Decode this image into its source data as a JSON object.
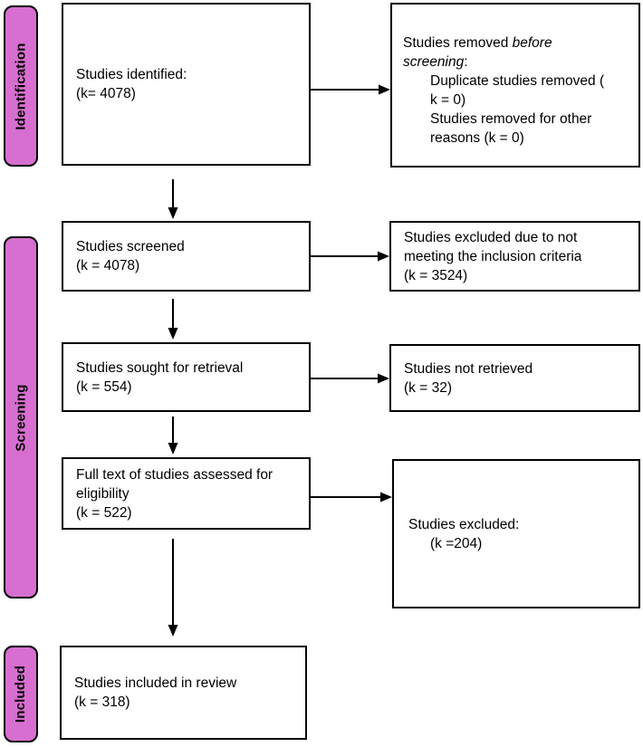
{
  "stages": [
    {
      "label": "Identification"
    },
    {
      "label": "Screening"
    },
    {
      "label": "Included"
    }
  ],
  "flow": {
    "identified": {
      "lines": [
        "Studies identified:",
        "(k= 4078)"
      ]
    },
    "screened": {
      "lines": [
        "Studies screened",
        "(k = 4078)"
      ]
    },
    "sought": {
      "lines": [
        "Studies sought for retrieval",
        "(k = 554)"
      ]
    },
    "fulltext": {
      "lines": [
        "Full text of studies assessed for",
        "eligibility",
        "(k = 522)"
      ]
    },
    "included": {
      "lines": [
        "Studies included in review",
        "(k = 318)"
      ]
    }
  },
  "exclusions": {
    "removed_before": {
      "heading_prefix": "Studies removed ",
      "heading_italic_line1": "before",
      "heading_italic_line2": "screening",
      "heading_suffix": ":",
      "items": [
        {
          "lines": [
            "Duplicate studies removed  (",
            "k = 0)"
          ]
        },
        {
          "lines": [
            "Studies removed for other",
            "reasons (k = 0)"
          ]
        }
      ]
    },
    "excluded_screening": {
      "lines": [
        "Studies excluded due to not",
        "meeting the inclusion criteria",
        "(k = 3524)"
      ]
    },
    "not_retrieved": {
      "lines": [
        "Studies not retrieved",
        "(k = 32)"
      ]
    },
    "excluded_fulltext": {
      "lines": [
        "Studies excluded:",
        "(k =204)"
      ]
    }
  },
  "colors": {
    "stage_fill": "#D76FD0",
    "line_color": "#000000",
    "box_fill": "#FFFFFF"
  }
}
